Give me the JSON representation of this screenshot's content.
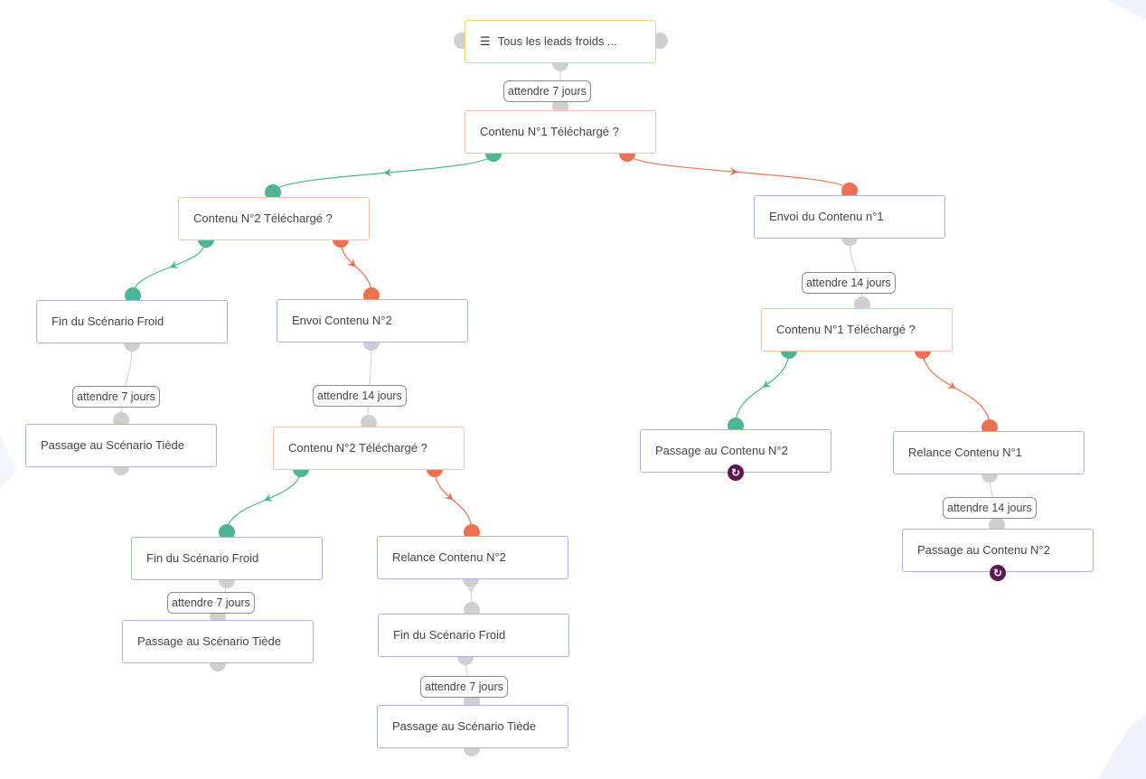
{
  "colors": {
    "yes": "#4db596",
    "no": "#ec7152",
    "neutral": "#cfcfcf",
    "action_border": "#aab3dc",
    "condition_border": "#f2c3a8",
    "trigger_border": "#f2d07a",
    "loop_badge": "#5b1b4f"
  },
  "icons": {
    "trigger": "list-icon",
    "loop": "refresh-icon"
  },
  "nodes": [
    {
      "id": "n1",
      "kind": "trig",
      "label": "Tous les leads froids ...",
      "icon": "list-icon"
    },
    {
      "id": "n2",
      "kind": "cond",
      "label": "Contenu N°1 Téléchargé ?"
    },
    {
      "id": "n3",
      "kind": "cond",
      "label": "Contenu N°2 Téléchargé ?"
    },
    {
      "id": "n4",
      "kind": "act",
      "label": "Envoi du Contenu n°1"
    },
    {
      "id": "n5",
      "kind": "act",
      "label": "Fin du Scénario Froid"
    },
    {
      "id": "n6",
      "kind": "act",
      "label": "Envoi Contenu N°2"
    },
    {
      "id": "n7",
      "kind": "cond",
      "label": "Contenu N°1 Téléchargé ?"
    },
    {
      "id": "n8",
      "kind": "act",
      "label": "Passage au Scénario Tiède"
    },
    {
      "id": "n9",
      "kind": "cond",
      "label": "Contenu N°2 Téléchargé ?"
    },
    {
      "id": "n10",
      "kind": "act",
      "label": "Passage au Contenu N°2",
      "loop": true
    },
    {
      "id": "n11",
      "kind": "act",
      "label": "Relance Contenu N°1"
    },
    {
      "id": "n12",
      "kind": "act",
      "label": "Fin du Scénario Froid"
    },
    {
      "id": "n13",
      "kind": "act",
      "label": "Relance Contenu N°2"
    },
    {
      "id": "n14",
      "kind": "act",
      "label": "Passage au Contenu N°2",
      "loop": true
    },
    {
      "id": "n15",
      "kind": "act",
      "label": "Passage au Scénario Tiède"
    },
    {
      "id": "n16",
      "kind": "act",
      "label": "Fin du Scénario Froid"
    },
    {
      "id": "n17",
      "kind": "act",
      "label": "Passage au Scénario Tiède"
    }
  ],
  "waits": [
    {
      "id": "w1",
      "label": "attendre 7 jours"
    },
    {
      "id": "w2",
      "label": "attendre 14 jours"
    },
    {
      "id": "w3",
      "label": "attendre 7 jours"
    },
    {
      "id": "w4",
      "label": "attendre 14 jours"
    },
    {
      "id": "w5",
      "label": "attendre 14 jours"
    },
    {
      "id": "w6",
      "label": "attendre 7 jours"
    },
    {
      "id": "w7",
      "label": "attendre 7 jours"
    }
  ],
  "edges": [
    {
      "from": "n2",
      "to": "n3",
      "branch": "yes"
    },
    {
      "from": "n2",
      "to": "n4",
      "branch": "no"
    },
    {
      "from": "n3",
      "to": "n5",
      "branch": "yes"
    },
    {
      "from": "n3",
      "to": "n6",
      "branch": "no"
    },
    {
      "from": "n7",
      "to": "n10",
      "branch": "yes"
    },
    {
      "from": "n7",
      "to": "n11",
      "branch": "no"
    },
    {
      "from": "n9",
      "to": "n12",
      "branch": "yes"
    },
    {
      "from": "n9",
      "to": "n13",
      "branch": "no"
    },
    {
      "from": "n1",
      "to": "n2",
      "branch": "neutral",
      "via": "w1"
    },
    {
      "from": "n4",
      "to": "n7",
      "branch": "neutral",
      "via": "w2"
    },
    {
      "from": "n5",
      "to": "n8",
      "branch": "neutral",
      "via": "w3"
    },
    {
      "from": "n6",
      "to": "n9",
      "branch": "neutral",
      "via": "w4"
    },
    {
      "from": "n11",
      "to": "n14",
      "branch": "neutral",
      "via": "w5"
    },
    {
      "from": "n12",
      "to": "n15",
      "branch": "neutral",
      "via": "w6"
    },
    {
      "from": "n13",
      "to": "n16",
      "branch": "neutral"
    },
    {
      "from": "n16",
      "to": "n17",
      "branch": "neutral",
      "via": "w7"
    }
  ]
}
